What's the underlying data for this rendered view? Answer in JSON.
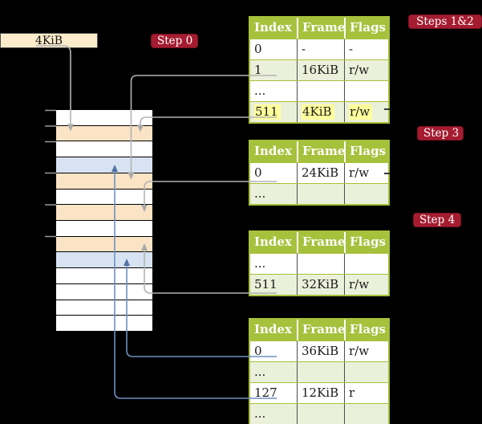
{
  "colors": {
    "background": "#000000",
    "accent_red": "#a51c30",
    "table_green": "#a6c13c",
    "table_row_green": "#ebf0da",
    "frame_orange": "#fbe3c5",
    "frame_blue": "#d7e3f2",
    "legend_cream": "#fbeccb",
    "highlight_yellow": "#feff9c",
    "line_gray": "#b3b3b3",
    "line_blue": "#6f8fc0"
  },
  "legend": {
    "page_size_label": "4KiB"
  },
  "badges": [
    {
      "label": "Step 0"
    },
    {
      "label": "Steps 1&2"
    },
    {
      "label": "Step 3"
    },
    {
      "label": "Step 4"
    }
  ],
  "memory_stack": {
    "rows": [
      {
        "fill": "white"
      },
      {
        "fill": "orange"
      },
      {
        "fill": "white"
      },
      {
        "fill": "blue"
      },
      {
        "fill": "orange"
      },
      {
        "fill": "white"
      },
      {
        "fill": "orange"
      },
      {
        "fill": "white"
      },
      {
        "fill": "orange"
      },
      {
        "fill": "blue"
      },
      {
        "fill": "white"
      },
      {
        "fill": "white"
      },
      {
        "fill": "white"
      },
      {
        "fill": "white"
      }
    ]
  },
  "page_tables": [
    {
      "name": "page-table-steps-1-2",
      "columns": [
        "Index",
        "Frame",
        "Flags"
      ],
      "rows": [
        {
          "cells": [
            "0",
            "-",
            "-"
          ]
        },
        {
          "cells": [
            "1",
            "16KiB",
            "r/w"
          ]
        },
        {
          "cells": [
            "...",
            "",
            ""
          ]
        },
        {
          "cells": [
            "511",
            "4KiB",
            "r/w"
          ],
          "highlight": true
        }
      ]
    },
    {
      "name": "page-table-step-3",
      "columns": [
        "Index",
        "Frame",
        "Flags"
      ],
      "rows": [
        {
          "cells": [
            "0",
            "24KiB",
            "r/w"
          ]
        },
        {
          "cells": [
            "...",
            "",
            ""
          ]
        }
      ]
    },
    {
      "name": "page-table-step-4",
      "columns": [
        "Index",
        "Frame",
        "Flags"
      ],
      "rows": [
        {
          "cells": [
            "...",
            "",
            ""
          ]
        },
        {
          "cells": [
            "511",
            "32KiB",
            "r/w"
          ]
        }
      ]
    },
    {
      "name": "page-table-final",
      "columns": [
        "Index",
        "Frame",
        "Flags"
      ],
      "rows": [
        {
          "cells": [
            "0",
            "36KiB",
            "r/w"
          ]
        },
        {
          "cells": [
            "...",
            "",
            ""
          ]
        },
        {
          "cells": [
            "127",
            "12KiB",
            "r"
          ]
        },
        {
          "cells": [
            "...",
            "",
            ""
          ]
        }
      ]
    }
  ],
  "connections": [
    {
      "from": "legend-4KiB-box",
      "to": "stack-frame-4KiB",
      "color": "gray"
    },
    {
      "from": "table1-entry-1",
      "to": "stack-frame-16KiB",
      "color": "gray"
    },
    {
      "from": "table1-entry-511",
      "to": "stack-frame-4KiB",
      "color": "gray"
    },
    {
      "from": "table2-entry-0",
      "to": "stack-frame-24KiB",
      "color": "gray"
    },
    {
      "from": "table3-entry-511",
      "to": "stack-frame-32KiB",
      "color": "gray"
    },
    {
      "from": "table4-entry-0",
      "to": "stack-frame-36KiB",
      "color": "blue"
    },
    {
      "from": "table4-entry-127",
      "to": "stack-frame-12KiB",
      "color": "blue"
    }
  ]
}
